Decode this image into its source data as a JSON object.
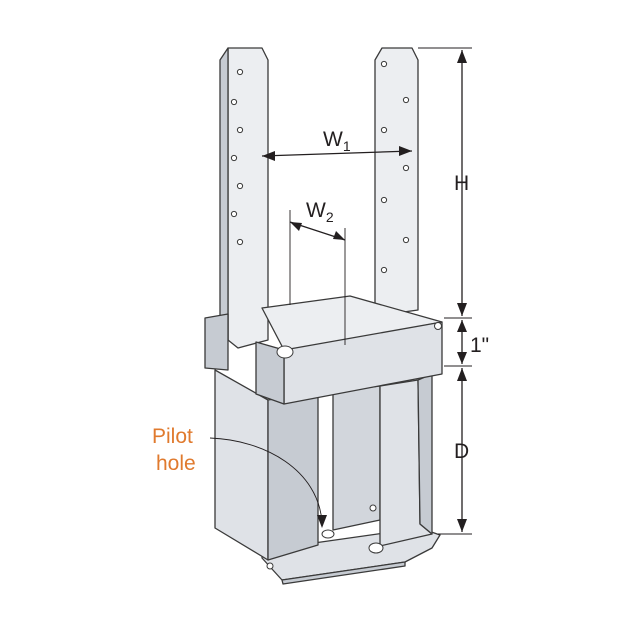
{
  "dimensions": {
    "w1": {
      "main": "W",
      "sub": "1"
    },
    "w2": {
      "main": "W",
      "sub": "2"
    },
    "h": "H",
    "one_inch": "1\"",
    "d": "D"
  },
  "callout": {
    "line1": "Pilot",
    "line2": "hole",
    "color": "#e07a2e"
  },
  "colors": {
    "steel": "#dfe2e7",
    "outline": "#3a3a3a",
    "dimension": "#231f20"
  }
}
